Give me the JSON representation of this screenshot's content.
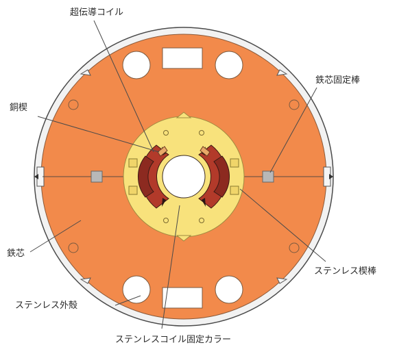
{
  "labels": {
    "superconducting_coil": "超伝導コイル",
    "copper_wedge": "銅楔",
    "iron_core_fixing_rod": "鉄芯固定棒",
    "iron_core": "鉄芯",
    "stainless_wedge": "ステンレス楔棒",
    "stainless_shell": "ステンレス外殻",
    "stainless_coil_collar": "ステンレスコイル固定カラー"
  },
  "colors": {
    "shell": "#f2f2f2",
    "shell_stroke": "#4a4a4a",
    "iron_core": "#f28a4b",
    "collar": "#f8e27c",
    "coil_outer": "#b23a2a",
    "coil_inner": "#8c2a20",
    "coil_dark": "#2b1613",
    "wedge_copper": "#e8a868",
    "rod": "#b8b8b8",
    "leader": "#4a4a4a"
  }
}
